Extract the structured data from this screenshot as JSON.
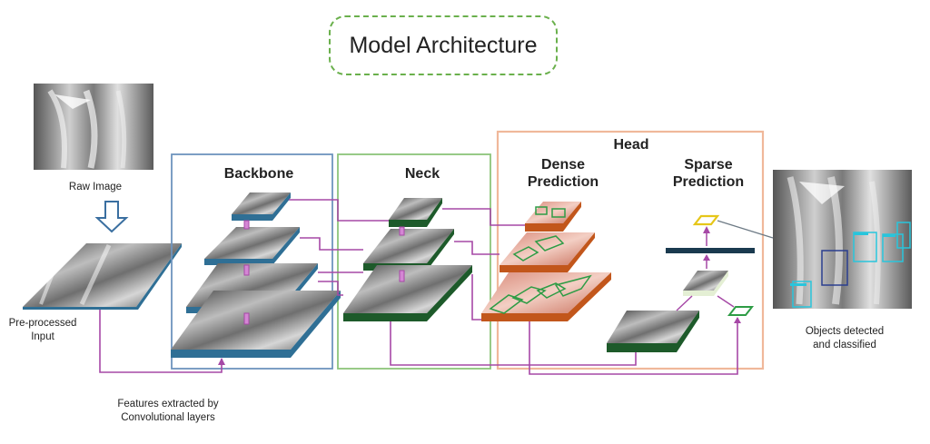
{
  "title": "Model Architecture",
  "labels": {
    "raw_image": "Raw Image",
    "preprocessed": "Pre-processed\nInput",
    "backbone": "Backbone",
    "neck": "Neck",
    "head": "Head",
    "dense": "Dense\nPrediction",
    "sparse": "Sparse\nPrediction",
    "features": "Features extracted by\nConvolutional layers",
    "objects": "Objects detected\nand classified"
  },
  "colors": {
    "backbone_border": "#6e94bd",
    "neck_border": "#8cc47a",
    "head_border": "#f0b89a",
    "backbone_layer": "#2f6f95",
    "neck_layer": "#1d5a2a",
    "dense_layer": "#c2561b",
    "connector": "#a648a6",
    "title_border": "#6ab04c",
    "box_green": "#2e9c45",
    "box_yellow": "#e6c619",
    "detection_cyan": "#28c5dc"
  }
}
